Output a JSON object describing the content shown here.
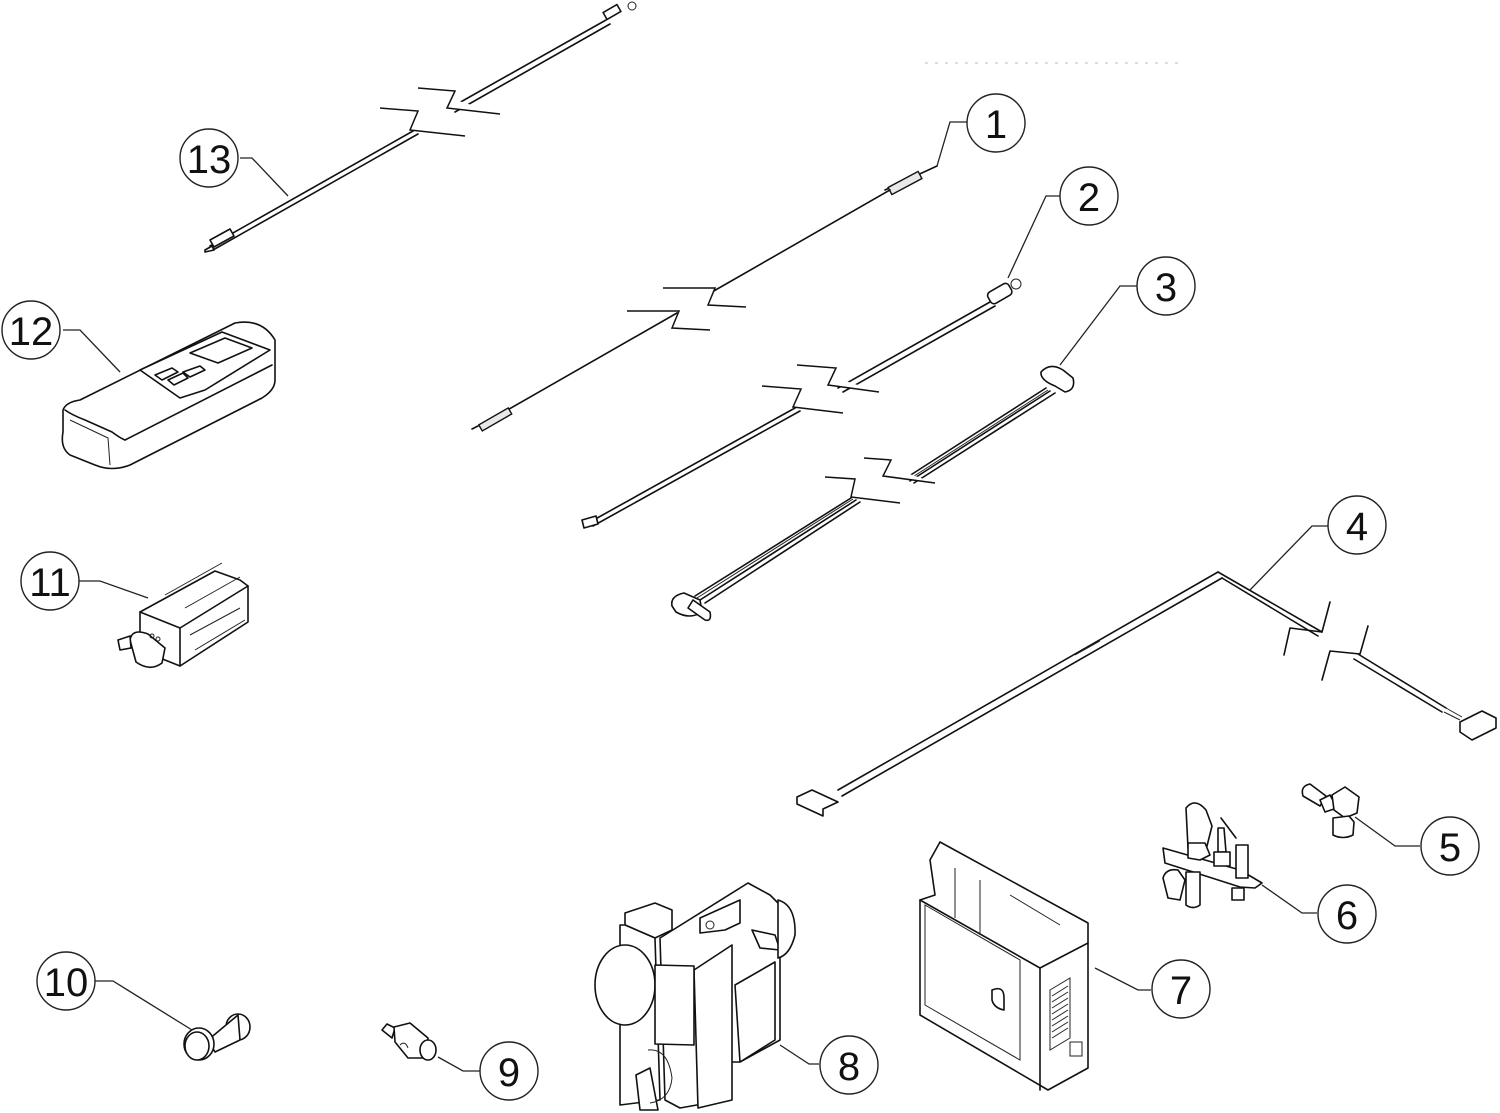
{
  "diagram": {
    "type": "exploded-parts-diagram",
    "callouts": [
      {
        "number": "1",
        "part": "wire-lead-thin"
      },
      {
        "number": "2",
        "part": "wire-lead-with-ring-terminal"
      },
      {
        "number": "3",
        "part": "multi-wire-harness-with-elbow-connector"
      },
      {
        "number": "4",
        "part": "ribbon-harness-with-connectors"
      },
      {
        "number": "5",
        "part": "elbow-fitting"
      },
      {
        "number": "6",
        "part": "pilot-assembly"
      },
      {
        "number": "7",
        "part": "control-module"
      },
      {
        "number": "8",
        "part": "gas-valve"
      },
      {
        "number": "9",
        "part": "adapter-fitting"
      },
      {
        "number": "10",
        "part": "knob"
      },
      {
        "number": "11",
        "part": "battery-holder"
      },
      {
        "number": "12",
        "part": "remote-control"
      },
      {
        "number": "13",
        "part": "wire-lead-with-spade-terminal"
      }
    ]
  }
}
